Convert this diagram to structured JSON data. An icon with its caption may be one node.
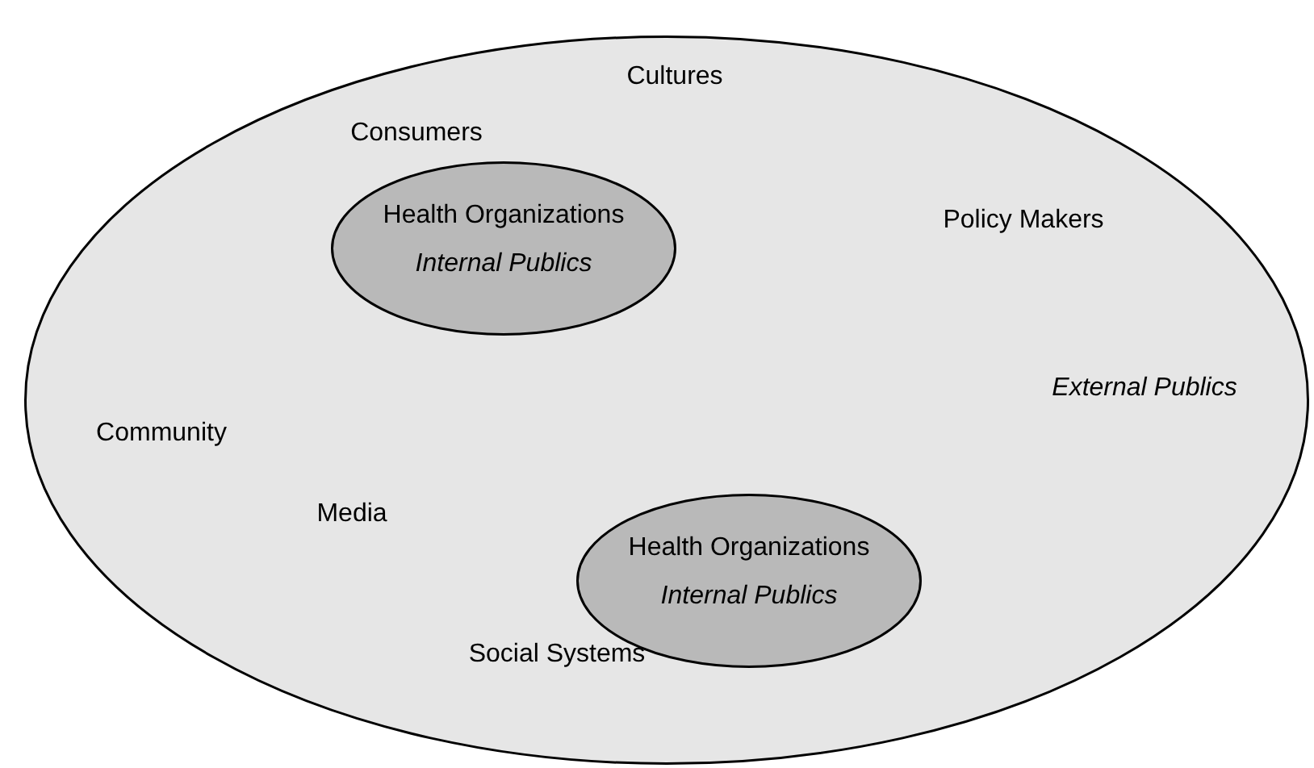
{
  "diagram": {
    "nodes": [
      {
        "text": [
          "Cultures",
          "Consumers",
          "Policy Makers",
          "External Publics",
          "Community",
          "Media",
          "Social Systems"
        ]
      },
      {
        "text": [
          "Health Organizations",
          "Internal Publics"
        ],
        "in": 0
      },
      {
        "text": [
          "Health Organizations",
          "Internal Publics"
        ],
        "in": 0
      }
    ]
  }
}
